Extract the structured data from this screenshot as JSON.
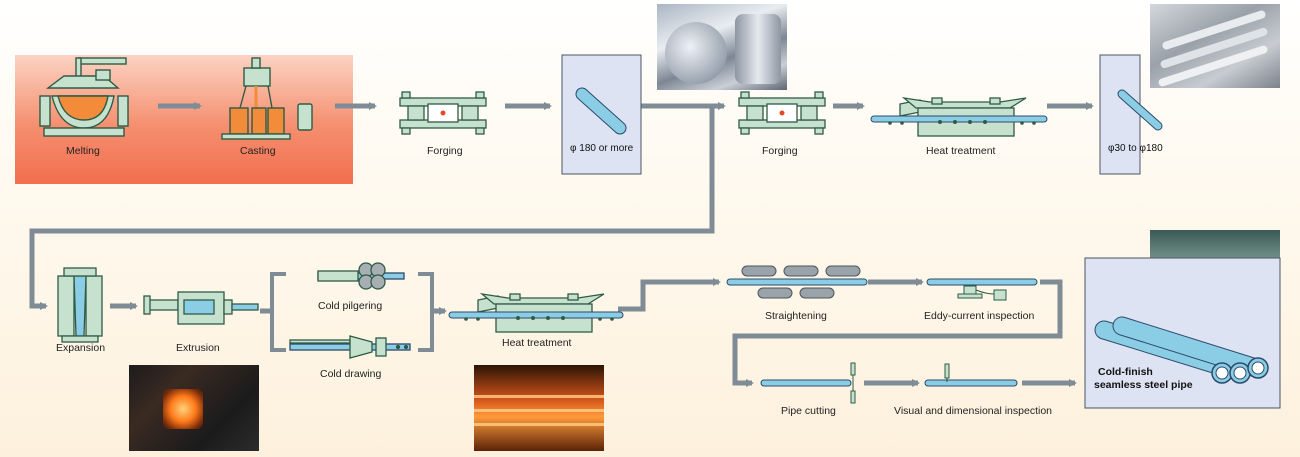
{
  "steps": {
    "melting": "Melting",
    "casting": "Casting",
    "forging1": "Forging",
    "forging2": "Forging",
    "heat_treatment1": "Heat treatment",
    "expansion": "Expansion",
    "extrusion": "Extrusion",
    "cold_pilgering": "Cold pilgering",
    "cold_drawing": "Cold drawing",
    "heat_treatment2": "Heat treatment",
    "straightening": "Straightening",
    "eddy_current": "Eddy-current inspection",
    "pipe_cutting": "Pipe cutting",
    "visual_inspection": "Visual and dimensional inspection"
  },
  "billets": {
    "large": "φ 180 or more",
    "small": "φ30 to φ180"
  },
  "final_product": {
    "line1": "Cold-finish",
    "line2": "seamless steel pipe"
  },
  "colors": {
    "flow_line": "#7f8c95",
    "machine_green": "#c6e2cf",
    "machine_outline": "#2f5b45",
    "pipe_blue": "#8ccde6",
    "billet_box": "#dde3f3",
    "melt_panel": "#f47d5e"
  },
  "icons": [
    "ladle-furnace-icon",
    "ingot-mold-icon",
    "forging-press-icon",
    "billet-icon",
    "heat-treatment-furnace-icon",
    "expansion-die-icon",
    "extrusion-press-icon",
    "pilger-mill-icon",
    "drawing-bench-icon",
    "straightener-rolls-icon",
    "eddy-current-probe-icon",
    "cutter-icon",
    "inspection-probe-icon",
    "pipe-bundle-icon"
  ]
}
